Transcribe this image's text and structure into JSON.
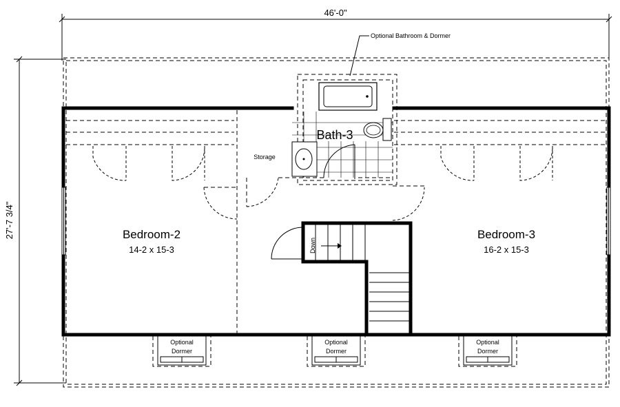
{
  "dimensions": {
    "width": "46'-0\"",
    "depth": "27'-7 3/4\""
  },
  "callout": {
    "optional_bath": "Optional Bathroom & Dormer"
  },
  "rooms": {
    "bedroom2": {
      "name": "Bedroom-2",
      "size": "14-2 x 15-3"
    },
    "bedroom3": {
      "name": "Bedroom-3",
      "size": "16-2 x 15-3"
    },
    "bath3": {
      "name": "Bath-3"
    },
    "storage": {
      "name": "Storage"
    },
    "stairs": {
      "label": "Down"
    }
  },
  "dormers": [
    {
      "line1": "Optional",
      "line2": "Dormer"
    },
    {
      "line1": "Optional",
      "line2": "Dormer"
    },
    {
      "line1": "Optional",
      "line2": "Dormer"
    }
  ]
}
